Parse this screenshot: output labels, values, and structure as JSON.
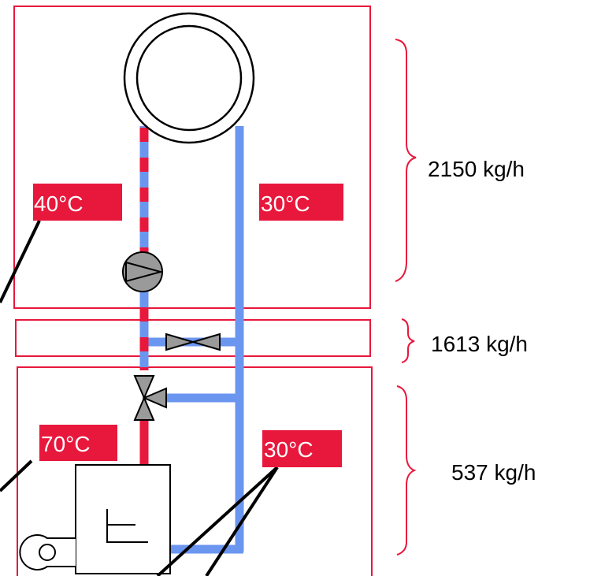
{
  "colors": {
    "hot": "#e8173c",
    "cold": "#6b96f0",
    "frame": "#e8173c",
    "component_fill": "#9a9a9a",
    "text": "#000000"
  },
  "zones": {
    "upper": {
      "temp_supply": "40°C",
      "temp_return": "30°C",
      "flow": "2150 kg/h"
    },
    "middle": {
      "flow": "1613 kg/h"
    },
    "lower": {
      "temp_supply": "70°C",
      "temp_return": "30°C",
      "flow": "537 kg/h"
    }
  },
  "components": {
    "tank": "circle-tank-icon",
    "pump": "pump-icon",
    "bypass_valve": "two-way-valve-icon",
    "mixing_valve": "three-way-valve-icon",
    "boiler": "boiler-icon",
    "burner": "burner-icon"
  }
}
